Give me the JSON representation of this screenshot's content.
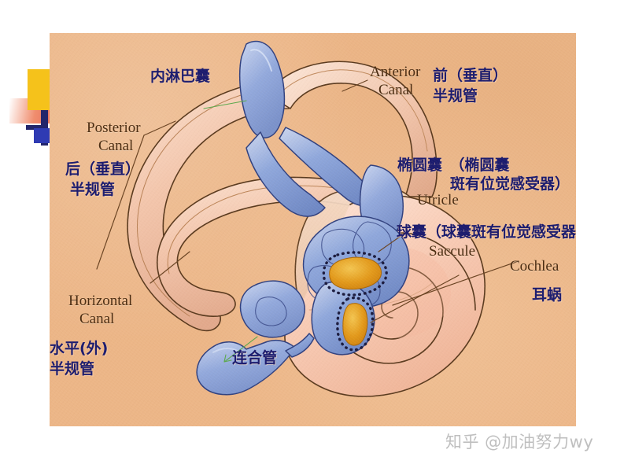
{
  "page": {
    "background_color": "#ffffff",
    "panel_color": "#ECB687",
    "title": "Inner Ear Labyrinth Anatomy Diagram"
  },
  "decoration": {
    "name": "corner-color-blocks",
    "colors": {
      "yellow": "#F5C21B",
      "gradient_from": "#FFFFFF",
      "gradient_to": "#E8705A",
      "navy": "#23256B",
      "blue": "#2F3BB3"
    }
  },
  "diagram": {
    "name": "inner-ear-labyrinth",
    "colors": {
      "bony_labyrinth": "#F7CEB2",
      "membranous_labyrinth": "#8FA6D8",
      "macula": "#E59A1E",
      "outline": "#5A3A1E",
      "cochlea": "#F9CDB6"
    },
    "parts": [
      "endolymphatic-sac",
      "anterior-semicircular-canal",
      "posterior-semicircular-canal",
      "horizontal-semicircular-canal",
      "utricle",
      "saccule",
      "cochlea",
      "ductus-reuniens"
    ]
  },
  "labels": {
    "endolymphatic_sac": {
      "cn": "内淋巴囊"
    },
    "anterior_canal": {
      "en_line1": "Anterior",
      "en_line2": "Canal",
      "cn_line1": "前（垂直）",
      "cn_line2": "半规管"
    },
    "posterior_canal": {
      "en_line1": "Posterior",
      "en_line2": "Canal",
      "cn_line1": "后（垂直）",
      "cn_line2": "半规管"
    },
    "horizontal_canal": {
      "en_line1": "Horizontal",
      "en_line2": "Canal",
      "cn_line1": "水平(外)",
      "cn_line2": "半规管"
    },
    "utricle": {
      "en": "Utricle",
      "cn_line1": "椭圆囊　（椭圆囊",
      "cn_line2": "斑有位觉感受器）"
    },
    "saccule": {
      "en": "Saccule",
      "cn": "球囊（球囊斑有位觉感受器）"
    },
    "cochlea": {
      "en": "Cochlea",
      "cn": "耳蜗"
    },
    "ductus_reuniens": {
      "cn": "连合管"
    }
  },
  "watermark": {
    "text": "知乎 @加油努力wy"
  }
}
